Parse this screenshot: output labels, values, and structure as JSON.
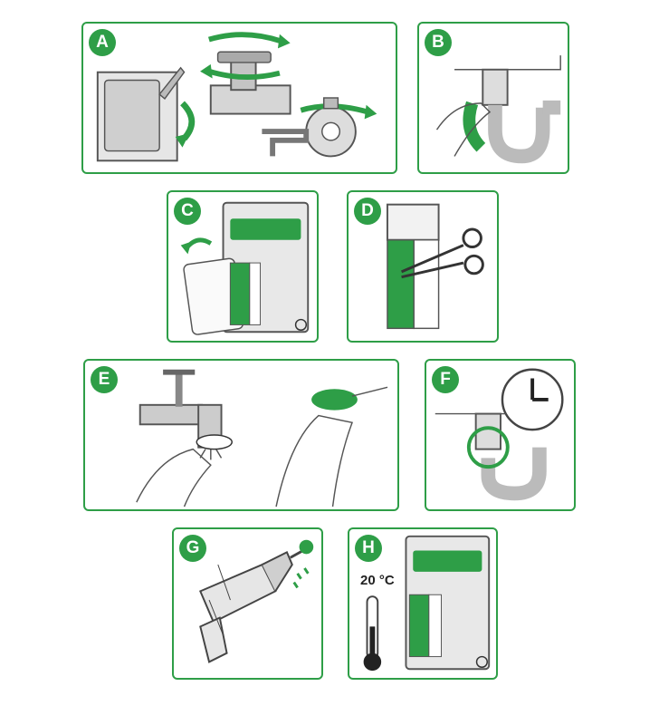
{
  "panels": [
    {
      "label": "A"
    },
    {
      "label": "B"
    },
    {
      "label": "C"
    },
    {
      "label": "D"
    },
    {
      "label": "E"
    },
    {
      "label": "F"
    },
    {
      "label": "G"
    },
    {
      "label": "H"
    }
  ],
  "temperature": "20 °C",
  "colors": {
    "accent": "#2e9e47",
    "outline": "#333333"
  }
}
